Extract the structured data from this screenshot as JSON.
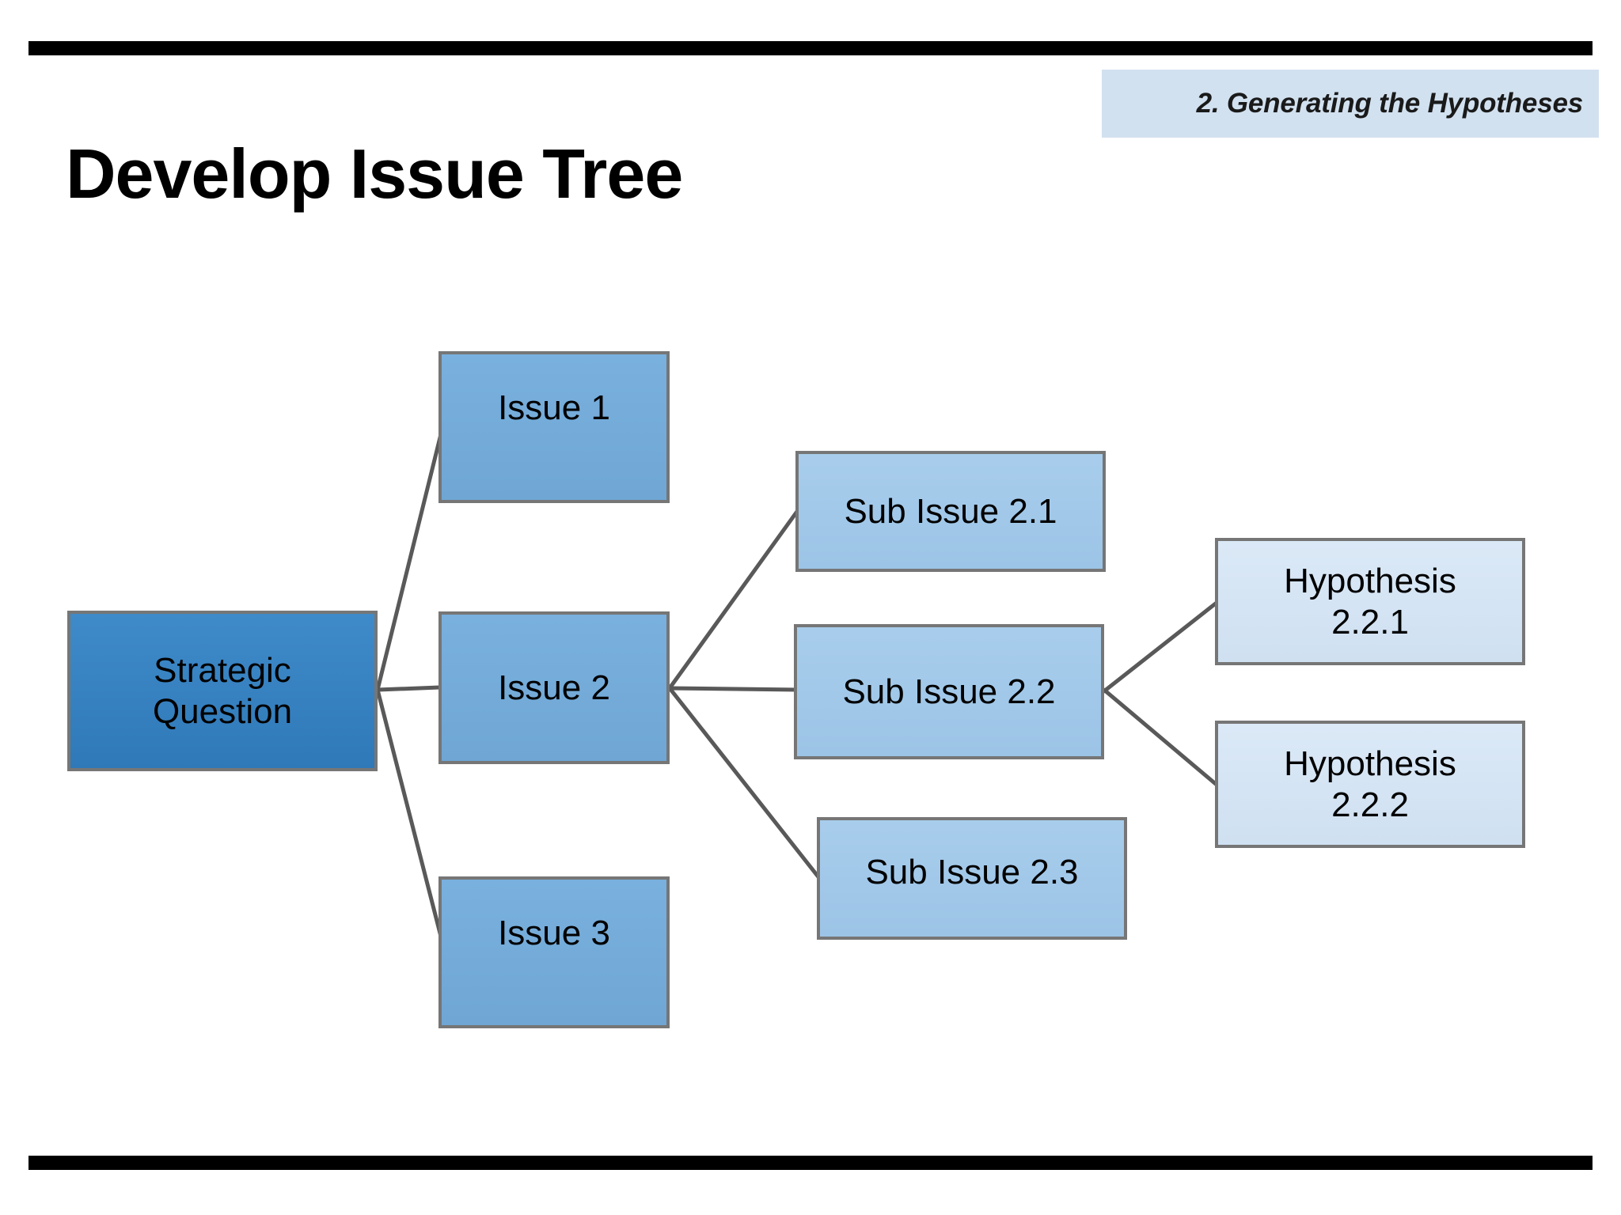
{
  "slide": {
    "title": "Develop Issue Tree",
    "section_banner": "2. Generating the Hypotheses",
    "background_color": "#ffffff",
    "rule_color": "#000000",
    "banner_color": "#d2e1f0"
  },
  "diagram": {
    "type": "issue-tree",
    "node_border_color": "#767676",
    "connector_color": "#595959",
    "levels": [
      {
        "name": "root",
        "fill": "#3c87c6"
      },
      {
        "name": "level1",
        "fill": "#74add8"
      },
      {
        "name": "level2",
        "fill": "#a3c9e8"
      },
      {
        "name": "level3",
        "fill": "#d6e4f2"
      }
    ],
    "nodes": {
      "strategic_question": "Strategic\nQuestion",
      "strategic_question_line1": "Strategic",
      "strategic_question_line2": "Question",
      "issue_1": "Issue 1",
      "issue_2": "Issue 2",
      "issue_3": "Issue 3",
      "sub_issue_2_1": "Sub Issue 2.1",
      "sub_issue_2_2": "Sub Issue 2.2",
      "sub_issue_2_3": "Sub Issue 2.3",
      "hypothesis_2_2_1_line1": "Hypothesis",
      "hypothesis_2_2_1_line2": "2.2.1",
      "hypothesis_2_2_2_line1": "Hypothesis",
      "hypothesis_2_2_2_line2": "2.2.2"
    },
    "edges": [
      {
        "from": "strategic_question",
        "to": "issue_1"
      },
      {
        "from": "strategic_question",
        "to": "issue_2"
      },
      {
        "from": "strategic_question",
        "to": "issue_3"
      },
      {
        "from": "issue_2",
        "to": "sub_issue_2_1"
      },
      {
        "from": "issue_2",
        "to": "sub_issue_2_2"
      },
      {
        "from": "issue_2",
        "to": "sub_issue_2_3"
      },
      {
        "from": "sub_issue_2_2",
        "to": "hypothesis_2_2_1"
      },
      {
        "from": "sub_issue_2_2",
        "to": "hypothesis_2_2_2"
      }
    ]
  }
}
